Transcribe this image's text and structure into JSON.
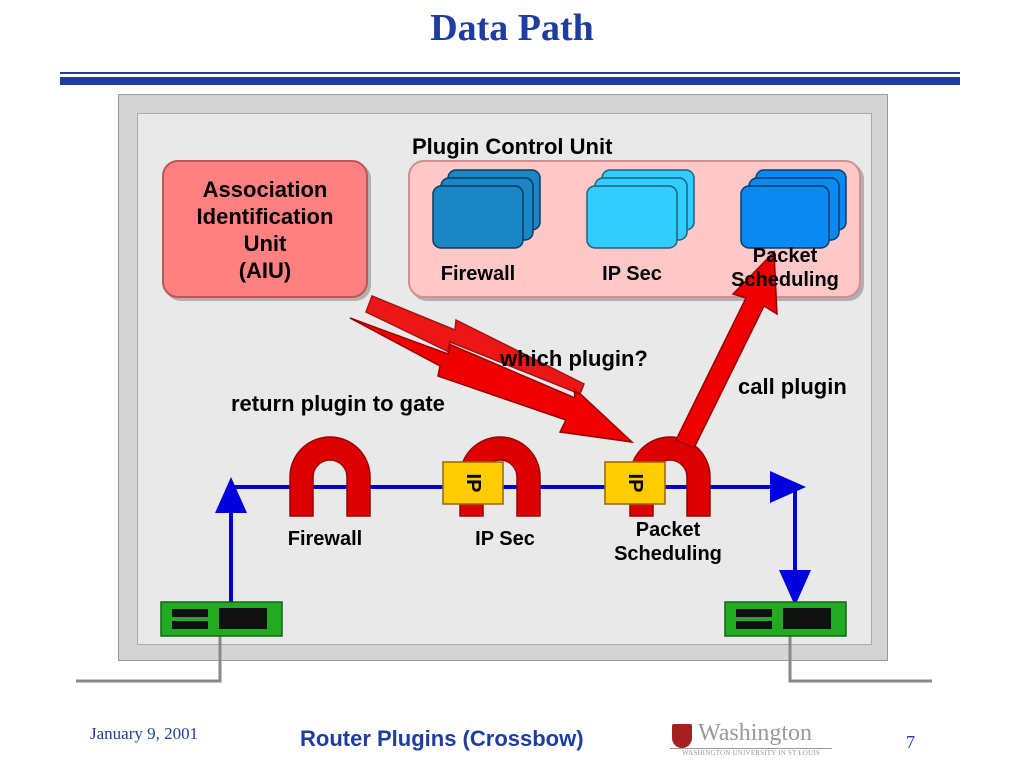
{
  "slide": {
    "title": "Data Path",
    "footer": {
      "date": "January 9, 2001",
      "title": "Router Plugins (Crossbow)",
      "page": "7",
      "logo_text": "Washington",
      "logo_subtext": "WASHINGTON UNIVERSITY IN ST LOUIS"
    }
  },
  "diagram": {
    "aiu": {
      "line1": "Association",
      "line2": "Identification",
      "line3": "Unit",
      "line4": "(AIU)"
    },
    "pcu": {
      "title": "Plugin Control Unit",
      "plugins": [
        {
          "label": "Firewall",
          "color": "#1a86c4"
        },
        {
          "label": "IP Sec",
          "color": "#33ccff"
        },
        {
          "label": "Packet Scheduling",
          "line1": "Packet",
          "line2": "Scheduling",
          "color": "#0a8af0"
        }
      ]
    },
    "gates": [
      {
        "label": "Firewall"
      },
      {
        "label": "IP Sec",
        "ip_tag": "IP"
      },
      {
        "label": "Packet Scheduling",
        "line1": "Packet",
        "line2": "Scheduling",
        "ip_tag": "IP"
      }
    ],
    "annotations": {
      "which_plugin": "which plugin?",
      "call_plugin": "call plugin",
      "return_plugin": "return plugin to gate"
    },
    "colors": {
      "path": "#0000dd",
      "gate": "#dd0000",
      "arrow": "#ee0000",
      "ip_tag": "#ffcc00",
      "port": "#22aa22"
    }
  }
}
